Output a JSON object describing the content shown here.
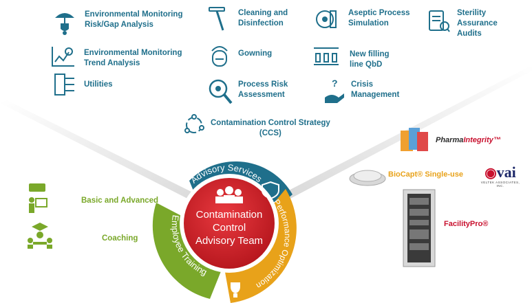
{
  "services": {
    "em_risk": [
      "Environmental Monitoring",
      "Risk/Gap Analysis"
    ],
    "cleaning": [
      "Cleaning and",
      "Disinfection"
    ],
    "aseptic": [
      "Aseptic Process",
      "Simulation"
    ],
    "sterility": [
      "Sterility",
      "Assurance",
      "Audits"
    ],
    "em_trend": [
      "Environmental Monitoring",
      "Trend Analysis"
    ],
    "gowning": [
      "Gowning"
    ],
    "filling": [
      "New filling",
      "line QbD"
    ],
    "utilities": [
      "Utilities"
    ],
    "process_risk": [
      "Process Risk",
      "Assessment"
    ],
    "crisis": [
      "Crisis",
      "Management"
    ],
    "ccs": [
      "Contamination Control Strategy",
      "(CCS)"
    ]
  },
  "training": {
    "basic": "Basic and Advanced",
    "coaching": "Coaching"
  },
  "wheel": {
    "center": [
      "Contamination",
      "Control",
      "Advisory Team"
    ],
    "advisory": "Advisory Services",
    "training": "Employee Training",
    "performance": "Performance Optimization"
  },
  "products": {
    "pharma_black": "Pharma",
    "pharma_red": "Integrity™",
    "biocapt": "BioCapt® Single-use",
    "vai_logo": "vai",
    "vai_sub": "VELTEK ASSOCIATES, INC.",
    "facility": "FacilityPro®"
  },
  "colors": {
    "teal": "#1f6f8b",
    "green": "#7aa82a",
    "orange": "#e8a21a",
    "red": "#cc2027",
    "product_red": "#c8102e"
  }
}
